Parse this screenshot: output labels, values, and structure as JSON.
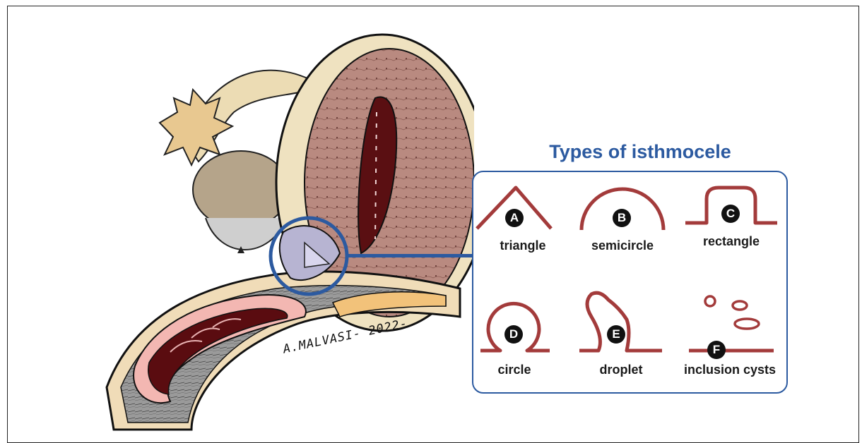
{
  "title": "Types of isthmocele",
  "signature": "A.MALVASI- 2022-",
  "colors": {
    "accent": "#2c5aa0",
    "shape_stroke": "#a33b3b",
    "badge": "#111111"
  },
  "types": [
    {
      "letter": "A",
      "label": "triangle",
      "icon": "triangle-shape-icon"
    },
    {
      "letter": "B",
      "label": "semicircle",
      "icon": "semicircle-shape-icon"
    },
    {
      "letter": "C",
      "label": "rectangle",
      "icon": "rectangle-shape-icon"
    },
    {
      "letter": "D",
      "label": "circle",
      "icon": "circle-shape-icon"
    },
    {
      "letter": "E",
      "label": "droplet",
      "icon": "droplet-shape-icon"
    },
    {
      "letter": "F",
      "label": "inclusion cysts",
      "icon": "inclusion-cysts-shape-icon"
    }
  ]
}
